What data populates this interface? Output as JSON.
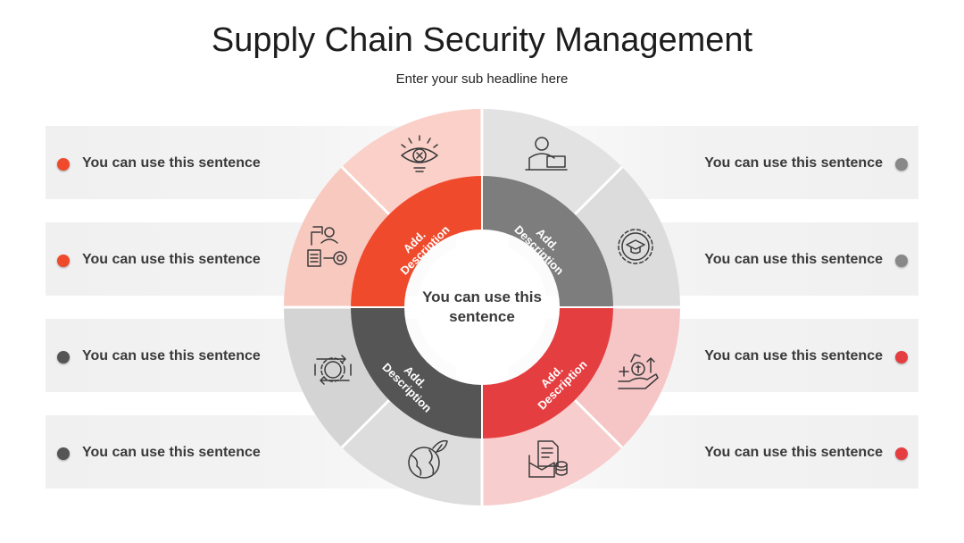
{
  "title": "Supply Chain Security Management",
  "subtitle": "Enter your sub headline here",
  "center_text": "You can use this sentence",
  "left_rows": [
    {
      "label": "You can use this sentence",
      "dot_color": "#f04a2d"
    },
    {
      "label": "You can use this sentence",
      "dot_color": "#f04a2d"
    },
    {
      "label": "You can use this sentence",
      "dot_color": "#555555"
    },
    {
      "label": "You can use this sentence",
      "dot_color": "#555555"
    }
  ],
  "right_rows": [
    {
      "label": "You can use this sentence",
      "dot_color": "#888888"
    },
    {
      "label": "You can use this sentence",
      "dot_color": "#888888"
    },
    {
      "label": "You can use this sentence",
      "dot_color": "#e53e41"
    },
    {
      "label": "You can use this sentence",
      "dot_color": "#e53e41"
    }
  ],
  "quadrants": [
    {
      "label": "Add. Description",
      "inner_color": "#f04a2d",
      "outer_color": "#f8c9bf",
      "icons": [
        "lightbulb-eye-icon",
        "team-workflow-icon"
      ]
    },
    {
      "label": "Add. Description",
      "inner_color": "#7d7d7d",
      "outer_color": "#dcdcdc",
      "icons": [
        "person-laptop-icon",
        "gear-graduation-icon"
      ]
    },
    {
      "label": "Add. Description",
      "inner_color": "#e53e41",
      "outer_color": "#f6c6c7",
      "icons": [
        "money-growth-hand-icon",
        "document-coins-icon"
      ]
    },
    {
      "label": "Add. Description",
      "inner_color": "#555555",
      "outer_color": "#d4d4d4",
      "icons": [
        "gear-cycle-icon",
        "eco-globe-icon"
      ]
    }
  ]
}
